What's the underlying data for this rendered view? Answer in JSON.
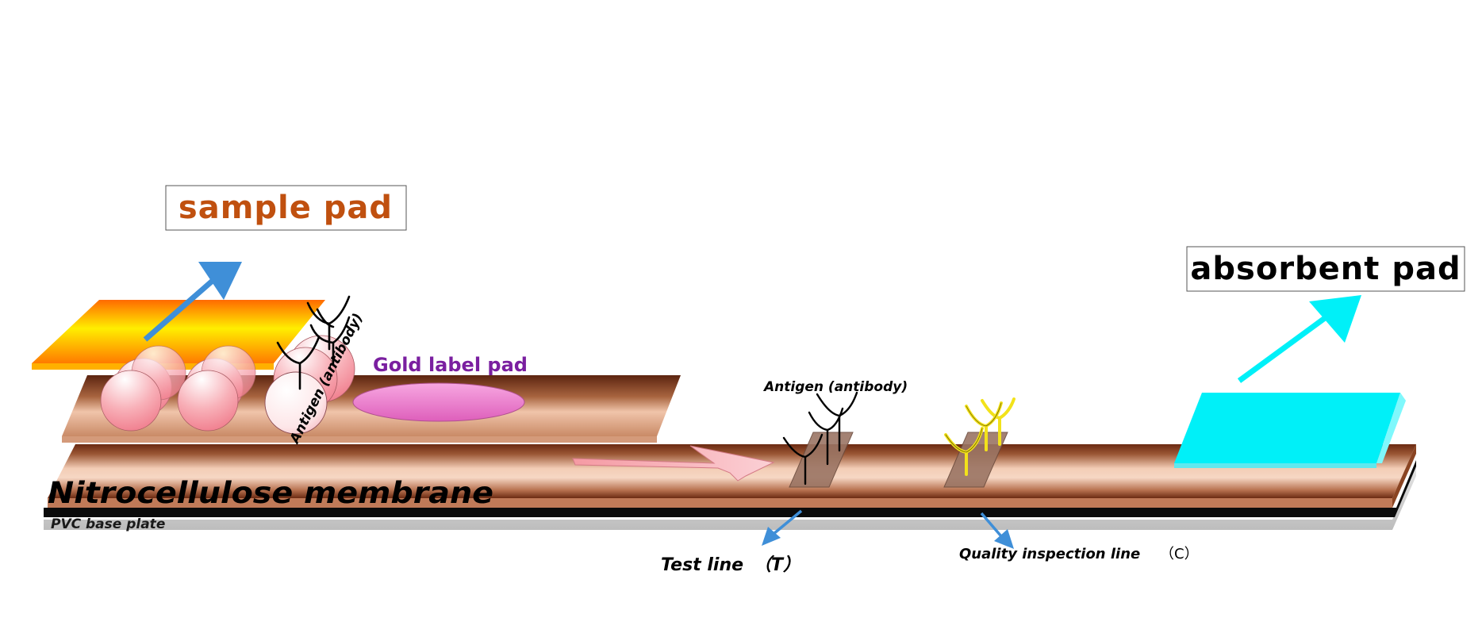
{
  "labels": {
    "sample_pad": "sample pad",
    "absorbent_pad": "absorbent pad",
    "gold_label_pad": "Gold label pad",
    "antigen_conjugate": "Antigen (antibody)",
    "antigen_capture": "Antigen (antibody)",
    "membrane": "Nitrocellulose membrane",
    "pvc_base": "PVC base plate",
    "test_line_text": "Test line",
    "test_line_code": "（T）",
    "control_line_text": "Quality inspection line",
    "control_line_code": "（C）"
  },
  "colors": {
    "sample_label": "#c0500f",
    "gold_label": "#7a1fa0",
    "arrow_blue": "#3f8fd8",
    "absorbent_cyan": "#00f0f8",
    "strip_brown": "#7a3a1c",
    "strip_light": "#f4c9b0",
    "conjugate_pad": "#e88ad0",
    "control_antibody": "#f2e21a"
  }
}
